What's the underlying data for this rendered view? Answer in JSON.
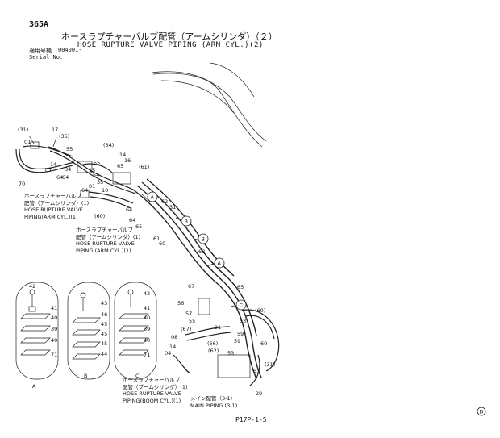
{
  "header": {
    "page_id": "365A",
    "title_jp": "ホースラプチャーバルブ配管（アームシリンダ）（２）",
    "title_en": "HOSE RUPTURE VALVE PIPING (ARM CYL.)(2)",
    "serial_label_jp": "適用号機",
    "serial_number": "004001-",
    "serial_label_en": "Serial No."
  },
  "captions": [
    {
      "jp": "ホースラプチャーバルブ",
      "jp2": "配管（アームシリンダ）(1)",
      "en1": "HOSE RUPTURE VALVE",
      "en2": "PIPING(ARM CYL.)(1)"
    },
    {
      "jp": "ホースラプチャーバルブ",
      "jp2": "配管（アームシリンダ）(1)",
      "en1": "HOSE RUPTURE VALVE",
      "en2": "PIPING (ARM CYL.)(1)"
    },
    {
      "jp": "ホースラプチャーバルブ",
      "jp2": "配管（ブームシリンダ）(1)",
      "en1": "HOSE RUPTURE VALVE",
      "en2": "PIPING(BOOM CYL.)(1)"
    },
    {
      "jp": "メイン配管（3-1）",
      "jp2": "",
      "en1": "MAIN PIPING (3-1)",
      "en2": ""
    }
  ],
  "callouts": {
    "A": "A",
    "B": "B",
    "C": "C",
    "D": "D"
  },
  "part_numbers": {
    "p31a": "(31)",
    "p17": "17",
    "p35": "(35)",
    "p01": "01",
    "p55a": "55",
    "p14a": "14",
    "p07": "07",
    "p64a": "64",
    "p34b": "34",
    "p64b": "64",
    "p70": "70",
    "p34": "(34)",
    "p14b": "14",
    "p16": "16",
    "p55b": "55",
    "p65a": "65",
    "p61": "(61)",
    "p15": "15",
    "p54": "54",
    "p35b": "35",
    "p01b": "01",
    "p64c": "64",
    "p10": "10",
    "p60": "(60)",
    "p64d": "64",
    "p62": "62",
    "p31b": "31",
    "p64e": "64",
    "p65b": "65",
    "p61b": "61",
    "p60b": "60",
    "p68": "68",
    "p67": "67",
    "p65c": "65",
    "p42": "42",
    "p41a": "41",
    "p40a": "40",
    "p39a": "39",
    "p40b": "40",
    "p71a": "71",
    "p43": "43",
    "p46": "46",
    "p45a": "45",
    "p45b": "45",
    "p45c": "45",
    "p44": "44",
    "p42b": "42",
    "p41b": "41",
    "p40c": "40",
    "p39b": "39",
    "p40d": "40",
    "p71b": "71",
    "p56": "56",
    "p57": "57",
    "p55c": "55",
    "p60c": "(60)",
    "p67b": "(67)",
    "p53a": "53",
    "p59a": "59",
    "p21": "21",
    "p59b": "59",
    "p53b": "53",
    "p60d": "60",
    "p08": "08",
    "p66": "(66)",
    "p62b": "(62)",
    "p04": "04",
    "p14c": "14",
    "p53c": "53",
    "p31c": "(31)",
    "p29": "29"
  },
  "view_labels": {
    "a": "A",
    "b": "B",
    "c": "C"
  }
}
